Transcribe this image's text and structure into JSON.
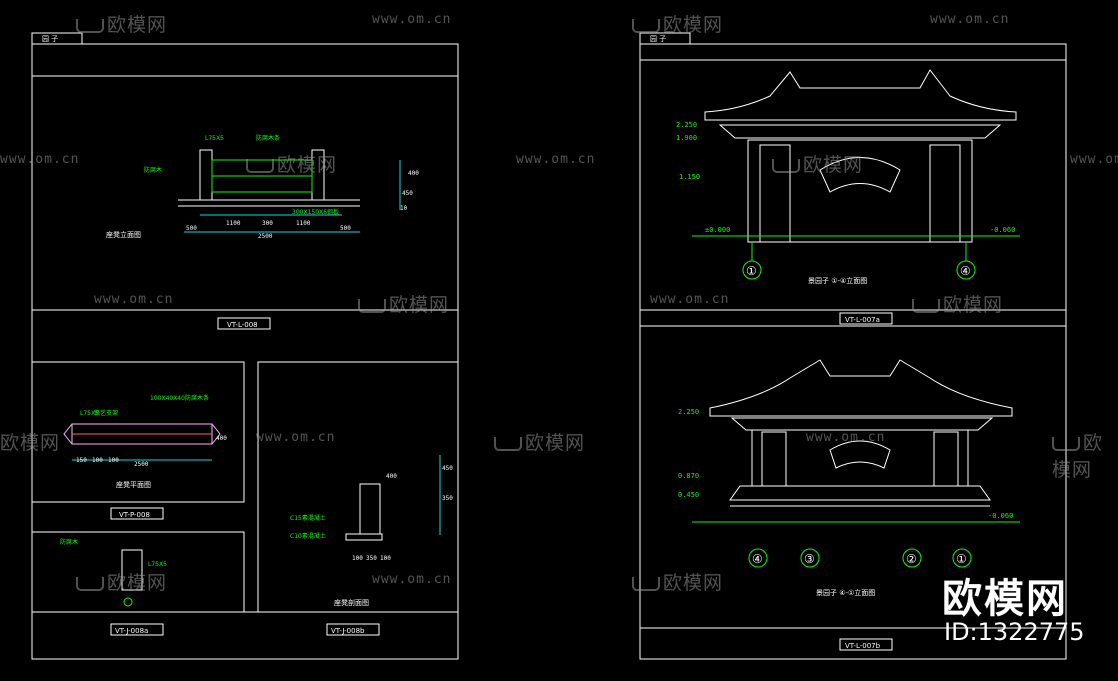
{
  "left_sheet": {
    "header_tab": "园 子",
    "elevation_title": "座凳立面图",
    "sheet_ref_1": "VT-L-008",
    "plan_title": "座凳平面图",
    "sheet_ref_2": "VT-P-008",
    "detail_a_ref": "VT-J-008a",
    "section_title": "座凳剖面图",
    "detail_b_ref": "VT-J-008b",
    "dims_elevation": [
      "500",
      "1100",
      "300",
      "1100",
      "500",
      "2500",
      "400",
      "450",
      "10"
    ],
    "dims_plan": [
      "150",
      "100",
      "100",
      "2500",
      "400"
    ],
    "dims_section": [
      "400",
      "450",
      "350",
      "100",
      "350",
      "100"
    ],
    "labels": [
      "L75X5",
      "防腐木条",
      "300X150X6钢板",
      "防腐木",
      "L75X5",
      "铁艺支架",
      "100X40X40防腐木条",
      "C15素混凝土",
      "C10素混凝土",
      "防腐木",
      "L75X5"
    ]
  },
  "right_sheet": {
    "header_tab": "园 子",
    "elev_1_title": "景园子 ①-④立面图",
    "elev_1_ref": "VT-L-007a",
    "elev_2_title": "景园子 ④-①立面图",
    "elev_2_ref": "VT-L-007b",
    "levels_top": [
      "2.250",
      "1.900",
      "1.150",
      "±0.000",
      "-0.060"
    ],
    "levels_bottom": [
      "2.250",
      "0.870",
      "0.450",
      "-0.060"
    ],
    "axes_top": [
      "①",
      "④"
    ],
    "axes_bottom": [
      "④",
      "③",
      "②",
      "①"
    ]
  },
  "watermark": {
    "logo_text": "欧模网",
    "url_text": "www.om.cn"
  },
  "brand": {
    "name": "欧模网",
    "id": "ID:1322775"
  },
  "colors": {
    "background": "#000000",
    "line_white": "#ffffff",
    "annotation_green": "#00ff00",
    "dimension_cyan": "#00e0e0"
  }
}
